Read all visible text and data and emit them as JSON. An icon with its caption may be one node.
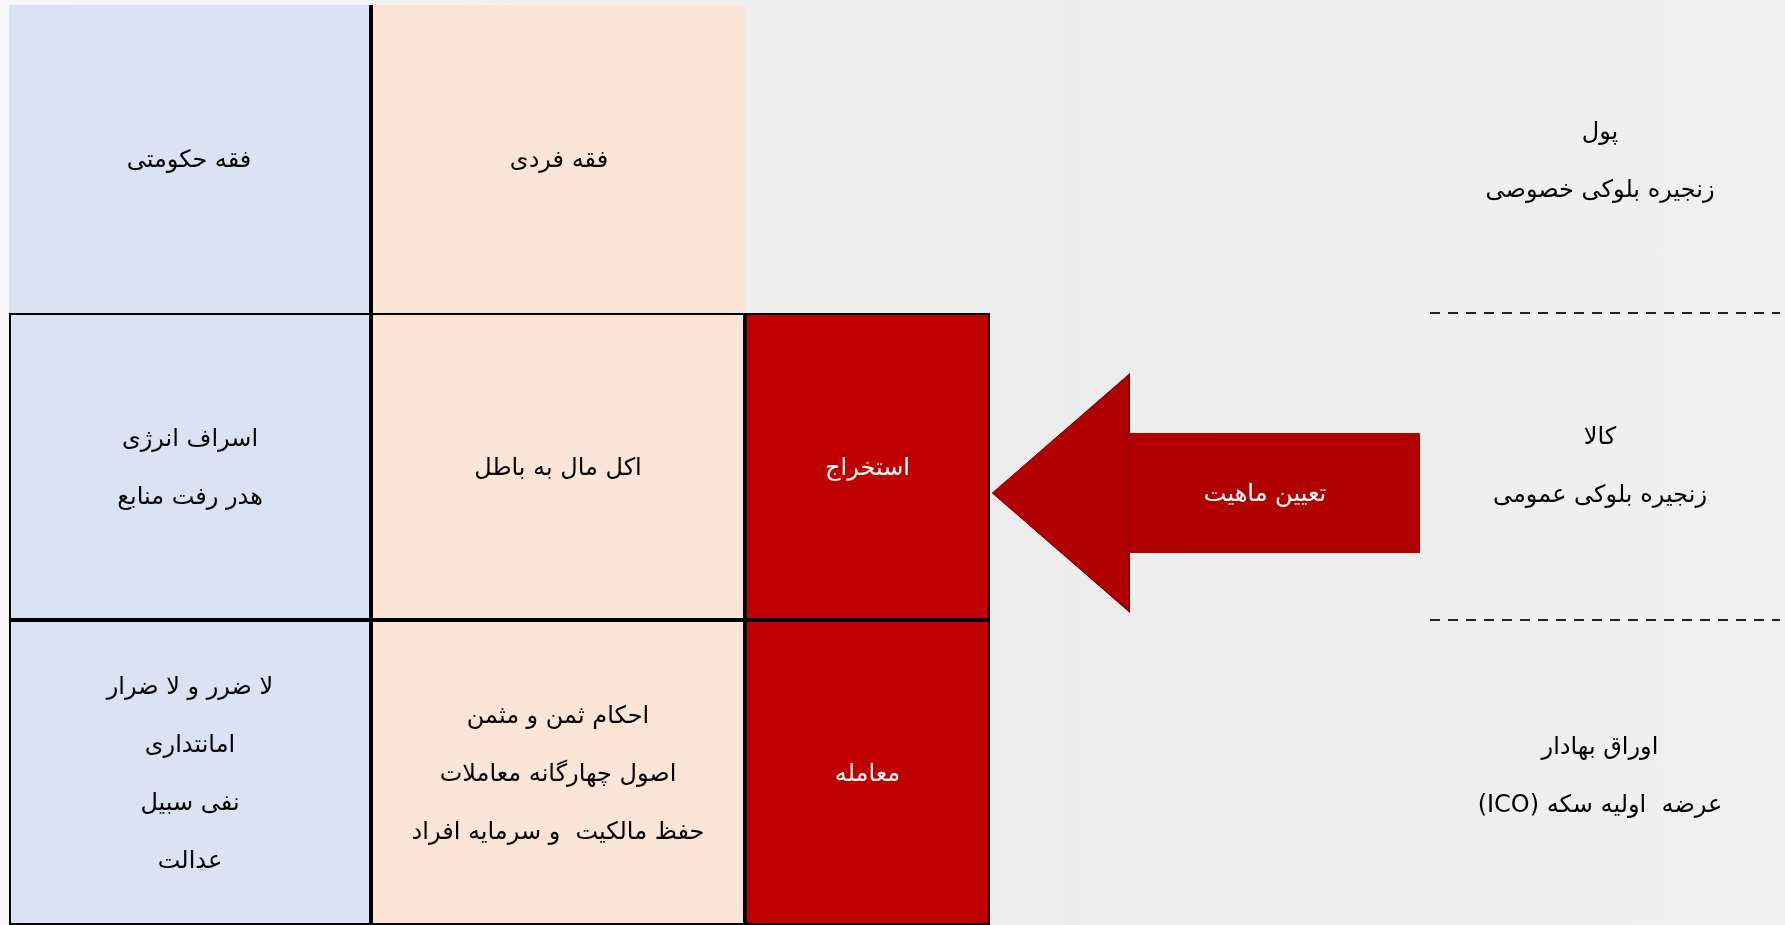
{
  "diagram": {
    "nodes": [
      {
        "text": [
          "پول",
          "زنجیره بلوکی خصوصی"
        ]
      },
      {
        "text": [
          "فقه فردی"
        ]
      },
      {
        "text": [
          "فقه حکومتی"
        ]
      },
      {
        "text": [
          "کالا",
          "زنجیره بلوکی عمومی"
        ]
      },
      {
        "text": [
          "استخراج"
        ]
      },
      {
        "text": [
          "اکل مال به باطل"
        ]
      },
      {
        "text": [
          "اسراف انرژی",
          "هدر رفت منابع"
        ]
      },
      {
        "text": [
          "اوراق بهادار",
          "عرضه  اولیه سکه (ICO)"
        ]
      },
      {
        "text": [
          "معامله"
        ]
      },
      {
        "text": [
          "احکام ثمن و مثمن",
          "اصول چهارگانه معاملات",
          "حفظ مالکیت  و سرمایه افراد"
        ]
      },
      {
        "text": [
          "لا ضرر و لا ضرار",
          "امانتداری",
          "نفی سبیل",
          "عدالت"
        ]
      }
    ],
    "edges": [
      {
        "from": 3,
        "to": 4,
        "arrow": "to",
        "label": "تعیین ماهیت"
      }
    ]
  }
}
